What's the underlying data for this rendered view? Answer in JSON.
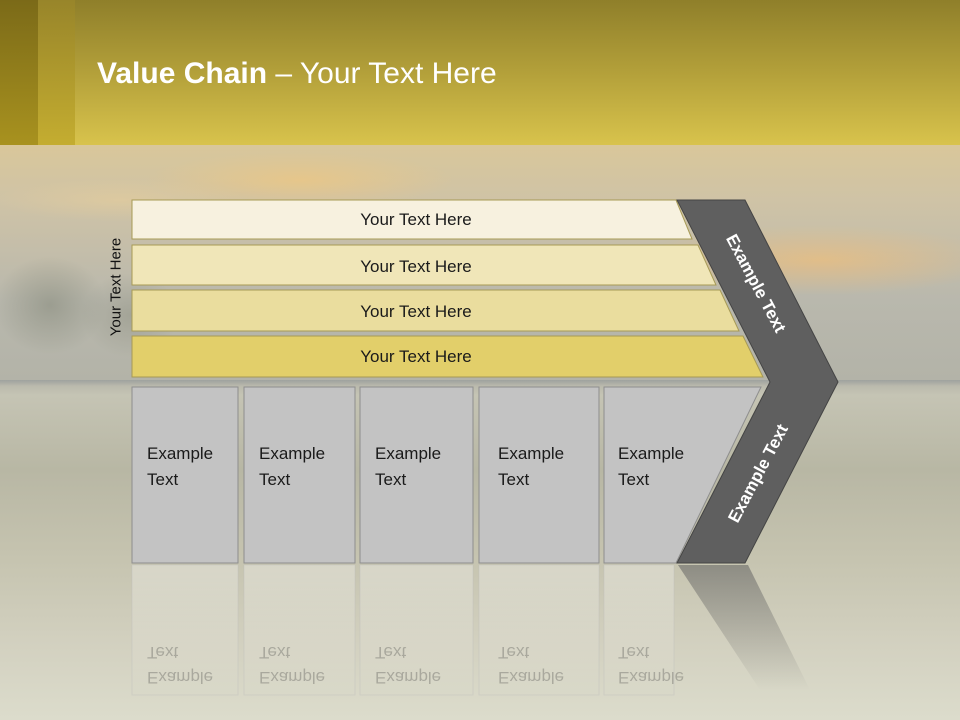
{
  "slide": {
    "title_bold": "Value Chain",
    "title_rest": " – Your Text Here",
    "side_label": "Your Text Here"
  },
  "support_rows": [
    {
      "label": "Your Text Here",
      "color": "#f7f1df"
    },
    {
      "label": "Your Text Here",
      "color": "#f0e6b8"
    },
    {
      "label": "Your Text Here",
      "color": "#eadd9e"
    },
    {
      "label": "Your Text Here",
      "color": "#e2cf6a"
    }
  ],
  "primary_boxes": [
    {
      "line1": "Example",
      "line2": "Text"
    },
    {
      "line1": "Example",
      "line2": "Text"
    },
    {
      "line1": "Example",
      "line2": "Text"
    },
    {
      "line1": "Example",
      "line2": "Text"
    },
    {
      "line1": "Example",
      "line2": "Text"
    }
  ],
  "chevron": {
    "top_label": "Example Text",
    "bottom_label": "Example Text"
  },
  "colors": {
    "header_gold": "#d8c34c",
    "box_gray": "#c3c3c3",
    "chevron_gray": "#5f5f5f"
  }
}
